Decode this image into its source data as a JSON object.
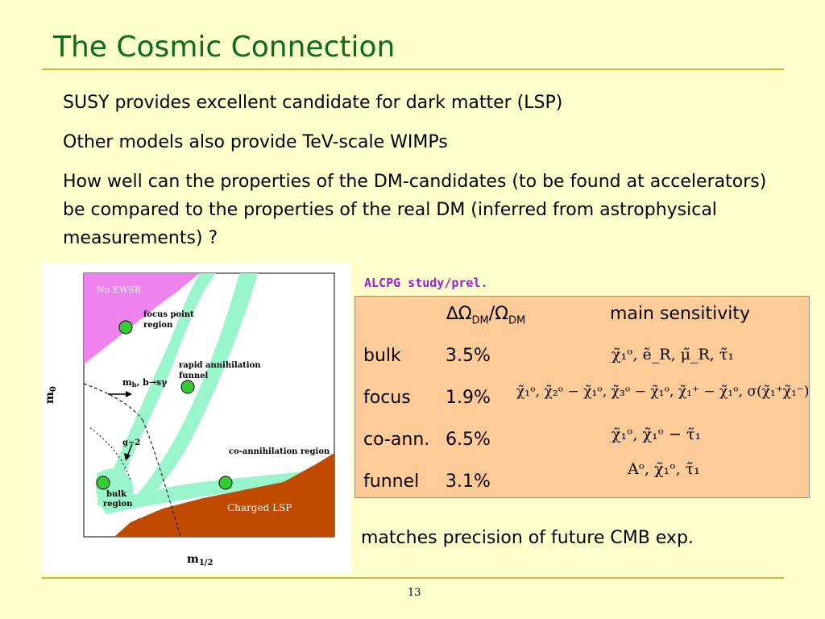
{
  "slide": {
    "title": "The Cosmic Connection",
    "bullets": [
      "SUSY provides excellent candidate for dark matter (LSP)",
      "Other models also provide TeV-scale WIMPs",
      "How well can the properties of the DM-candidates (to be found at accelerators) be compared to the properties of the real DM (inferred from astrophysical measurements) ?"
    ],
    "study_label": "ALCPG study/prel.",
    "footer_text": "matches precision of future CMB exp.",
    "page_number": "13"
  },
  "figure": {
    "no_ewsb": "No EWSB",
    "focus_point_line1": "focus point",
    "focus_point_line2": "region",
    "rapid_ann_line1": "rapid annihilation",
    "rapid_ann_line2": "funnel",
    "constraint_mh": "m",
    "constraint_mh_sub": "h",
    "constraint_bsg": ", b→sγ",
    "g2": "g−2",
    "coann": "co-annihilation region",
    "bulk_line1": "bulk",
    "bulk_line2": "region",
    "charged_lsp": "Charged LSP",
    "y_axis": "m",
    "y_axis_sub": "0",
    "x_axis": "m",
    "x_axis_sub": "1/2",
    "colors": {
      "no_ewsb": "#ee82ee",
      "charged_lsp": "#c04a00",
      "allowed": "#99f5cc",
      "point": "#33cc33"
    }
  },
  "table": {
    "header_delta": "∆Ω",
    "header_delta_sub": "DM",
    "header_slash": "/Ω",
    "header_slash_sub": "DM",
    "header_sens": "main sensitivity",
    "rows": [
      {
        "region": "bulk",
        "precision": "3.5%",
        "sensitivity": "χ̃₁ᵒ, ẽ_R, μ̃_R, τ̃₁"
      },
      {
        "region": "focus",
        "precision": "1.9%",
        "sensitivity": "χ̃₁ᵒ, χ̃₂ᵒ − χ̃₁ᵒ, χ̃₃ᵒ − χ̃₁ᵒ, χ̃₁⁺ − χ̃₁ᵒ, σ(χ̃₁⁺χ̃₁⁻)"
      },
      {
        "region": "co-ann.",
        "precision": "6.5%",
        "sensitivity": "χ̃₁ᵒ, χ̃₁ᵒ − τ̃₁"
      },
      {
        "region": "funnel",
        "precision": "3.1%",
        "sensitivity": "Aᵒ, χ̃₁ᵒ, τ̃₁"
      }
    ]
  }
}
